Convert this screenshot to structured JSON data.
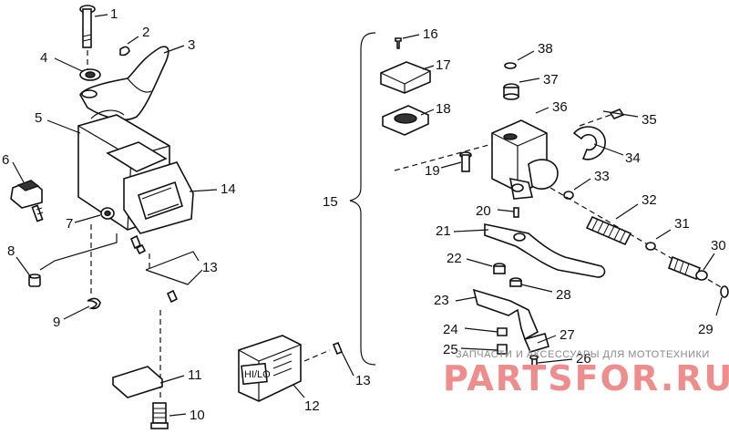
{
  "callouts": {
    "c1": "1",
    "c2": "2",
    "c3": "3",
    "c4": "4",
    "c5": "5",
    "c6": "6",
    "c7": "7",
    "c8": "8",
    "c9": "9",
    "c10": "10",
    "c11": "11",
    "c12": "12",
    "c13a": "13",
    "c13b": "13",
    "c14": "14",
    "c15": "15",
    "c16": "16",
    "c17": "17",
    "c18": "18",
    "c19": "19",
    "c20": "20",
    "c21": "21",
    "c22": "22",
    "c23": "23",
    "c24": "24",
    "c25": "25",
    "c26": "26",
    "c27": "27",
    "c28": "28",
    "c29": "29",
    "c30": "30",
    "c31": "31",
    "c32": "32",
    "c33": "33",
    "c34": "34",
    "c35": "35",
    "c36": "36",
    "c37": "37",
    "c38": "38"
  },
  "switch_label": "HI/LO",
  "watermark": {
    "tagline": "ЗАПЧАСТИ И АКСЕССУАРЫ ДЛЯ МОТОТЕХНИКИ",
    "brand": "PARTSFOR.RU"
  }
}
